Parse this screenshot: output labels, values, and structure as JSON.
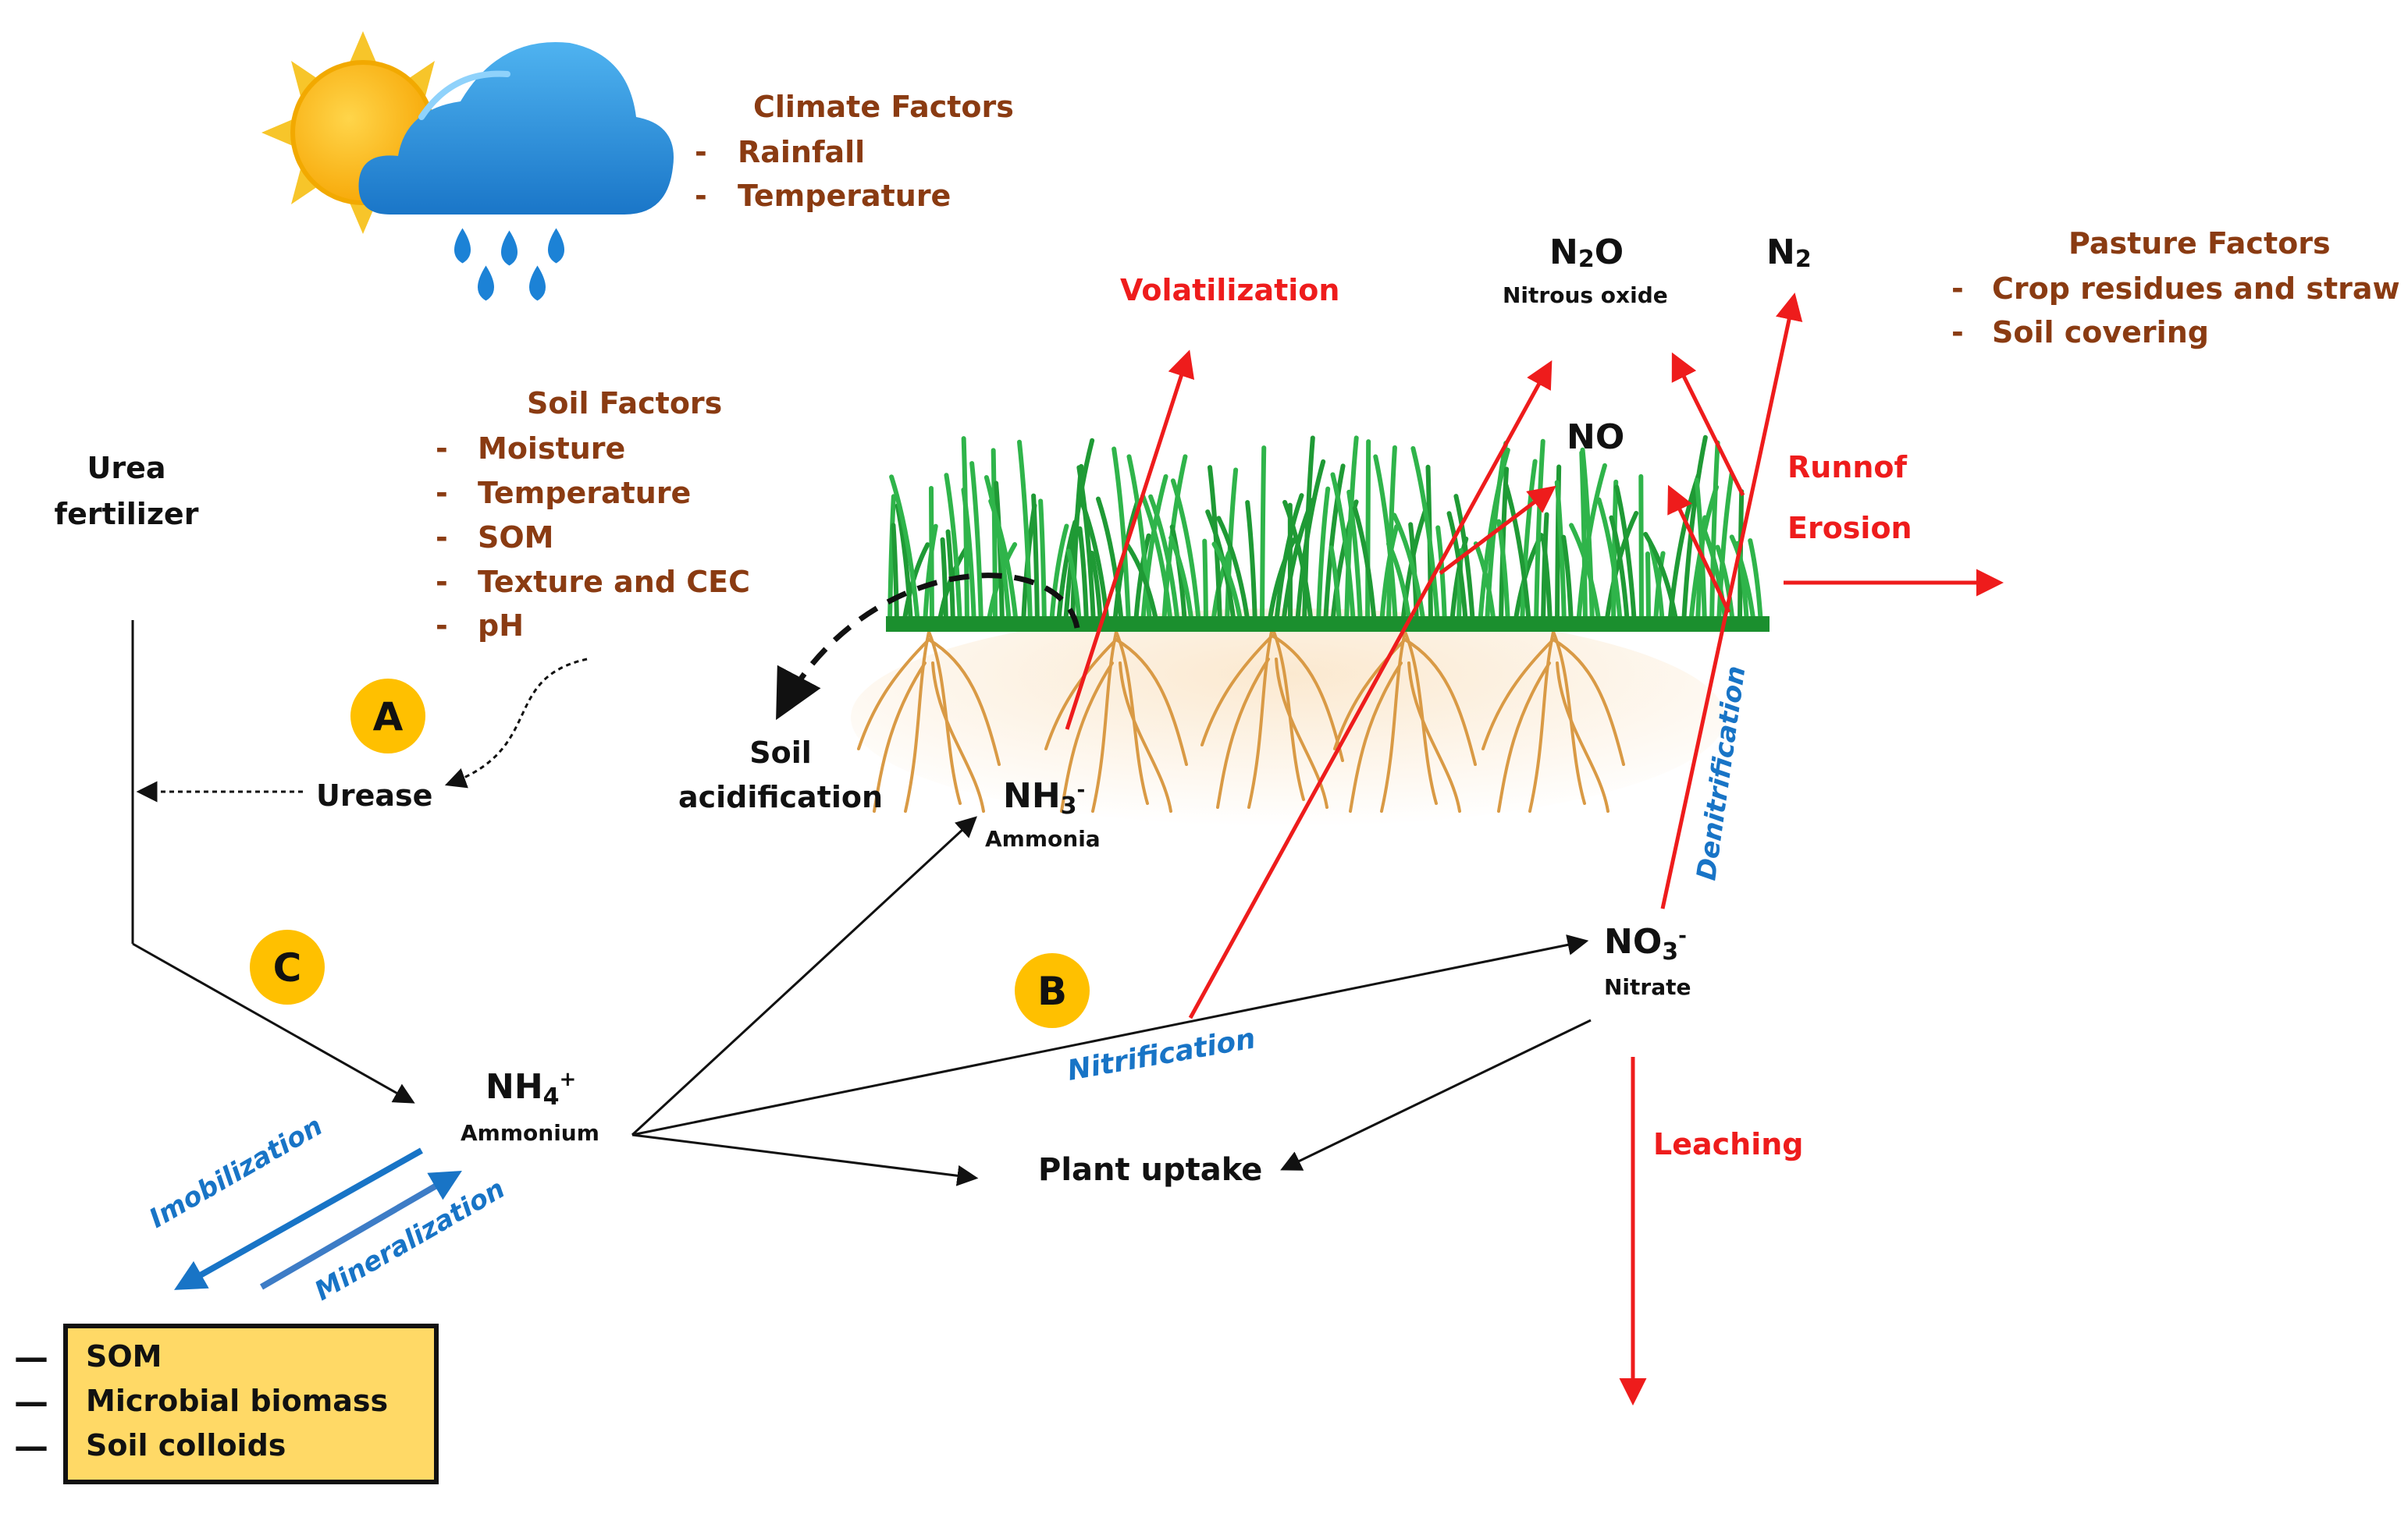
{
  "climate": {
    "title": "Climate Factors",
    "items": [
      "Rainfall",
      "Temperature"
    ]
  },
  "soil_factors": {
    "title": "Soil Factors",
    "items": [
      "Moisture",
      "Temperature",
      "SOM",
      "Texture and CEC",
      "pH"
    ]
  },
  "pasture": {
    "title": "Pasture Factors",
    "items": [
      "Crop residues and straw",
      "Soil covering"
    ]
  },
  "bullet": "-",
  "urea": {
    "line1": "Urea",
    "line2": "fertilizer"
  },
  "urease": "Urease",
  "badges": {
    "a": "A",
    "b": "B",
    "c": "C"
  },
  "soil_acidification": {
    "line1": "Soil",
    "line2": "acidification"
  },
  "nh3": {
    "formula": "NH",
    "sub": "3",
    "sup": "-",
    "name": "Ammonia"
  },
  "nh4": {
    "formula": "NH",
    "sub": "4",
    "sup": "+",
    "name": "Ammonium"
  },
  "no3": {
    "formula": "NO",
    "sub": "3",
    "sup": "-",
    "name": "Nitrate"
  },
  "n2o": {
    "formula_a": "N",
    "sub": "2",
    "formula_b": "O",
    "name": "Nitrous oxide"
  },
  "n2": {
    "formula": "N",
    "sub": "2"
  },
  "no": "NO",
  "processes": {
    "volatilization": "Volatilization",
    "runoff": "Runnof",
    "erosion": "Erosion",
    "leaching": "Leaching",
    "nitrification": "Nitrification",
    "denitrification": "Denitrification",
    "imobilization": "Imobilization",
    "mineralization": "Mineralization",
    "plant_uptake": "Plant uptake"
  },
  "pool": {
    "items": [
      "SOM",
      "Microbial biomass",
      "Soil colloids"
    ],
    "marker": "—",
    "fill": "#ffd966"
  },
  "colors": {
    "factor_text": "#8a3b12",
    "loss_red": "#ee1c1c",
    "process_blue": "#1874c6",
    "badge": "#ffc000",
    "grass": "#1f9a35",
    "roots": "#d99a45"
  }
}
